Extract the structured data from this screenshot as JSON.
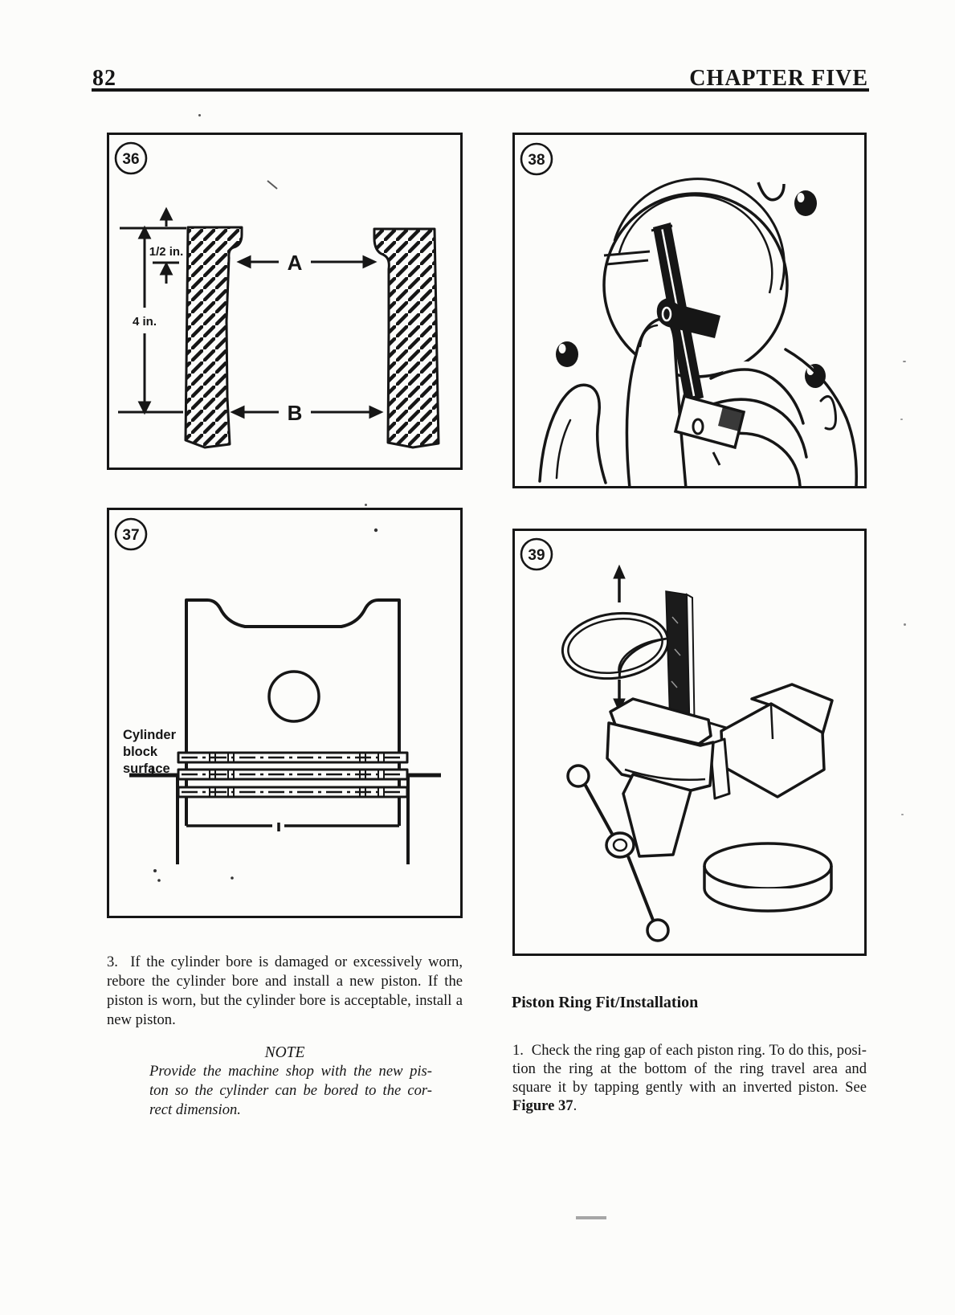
{
  "page": {
    "number": "82",
    "chapter": "CHAPTER FIVE"
  },
  "figures": {
    "f36": {
      "number": "36",
      "dim_half": "1/2 in.",
      "dim_four": "4 in.",
      "label_a": "A",
      "label_b": "B"
    },
    "f37": {
      "number": "37",
      "cap1": "Cylinder",
      "cap2": "block",
      "cap3": "surface"
    },
    "f38": {
      "number": "38"
    },
    "f39": {
      "number": "39"
    }
  },
  "left_column": {
    "step3_lines": [
      "3.  If the cylinder bore is damaged or excessively worn,",
      "rebore the cylinder bore and install a new piston. If the",
      "piston is worn, but the cylinder bore is acceptable, install a",
      "new piston."
    ],
    "note_title": "NOTE",
    "note_lines": [
      "Provide the machine shop with the new pis-",
      "ton so the cylinder can be bored to the cor-",
      "rect dimension."
    ]
  },
  "right_column": {
    "heading": "Piston Ring Fit/Installation",
    "step1_lines": [
      "1.  Check the ring gap of each piston ring. To do this, posi-",
      "tion the ring at the bottom of the ring travel area and",
      "square it by tapping gently with an inverted piston. See"
    ],
    "figure_ref": "Figure 37",
    "figure_ref_tail": "."
  },
  "colors": {
    "ink": "#161616",
    "paper": "#fcfcfa"
  }
}
